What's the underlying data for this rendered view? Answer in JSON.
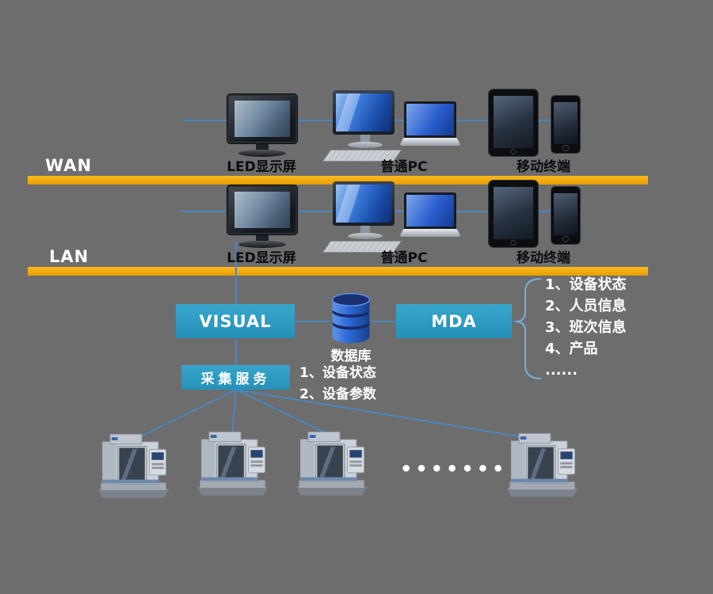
{
  "colors": {
    "background": "#6d6d6d",
    "bar_yellow": "#f0a800",
    "box_teal": "#2e9ec6",
    "database_blue": "#2c67d2",
    "line_blue": "#4c86c0"
  },
  "network": {
    "wan_label": "WAN",
    "lan_label": "LAN"
  },
  "wan_row": {
    "led_label": "LED显示屏",
    "pc_label": "普通PC",
    "mobile_label": "移动终端"
  },
  "lan_row": {
    "led_label": "LED显示屏",
    "pc_label": "普通PC",
    "mobile_label": "移动终端"
  },
  "middle": {
    "visual_label": "VISUAL",
    "mda_label": "MDA",
    "database_label": "数据库",
    "database_notes": [
      "1、设备状态",
      "2、设备参数"
    ],
    "mda_items": [
      "1、设备状态",
      "2、人员信息",
      "3、班次信息",
      "4、产品",
      "......"
    ],
    "collect_label": "采集服务"
  },
  "bottom": {
    "dots": "•••••••"
  }
}
